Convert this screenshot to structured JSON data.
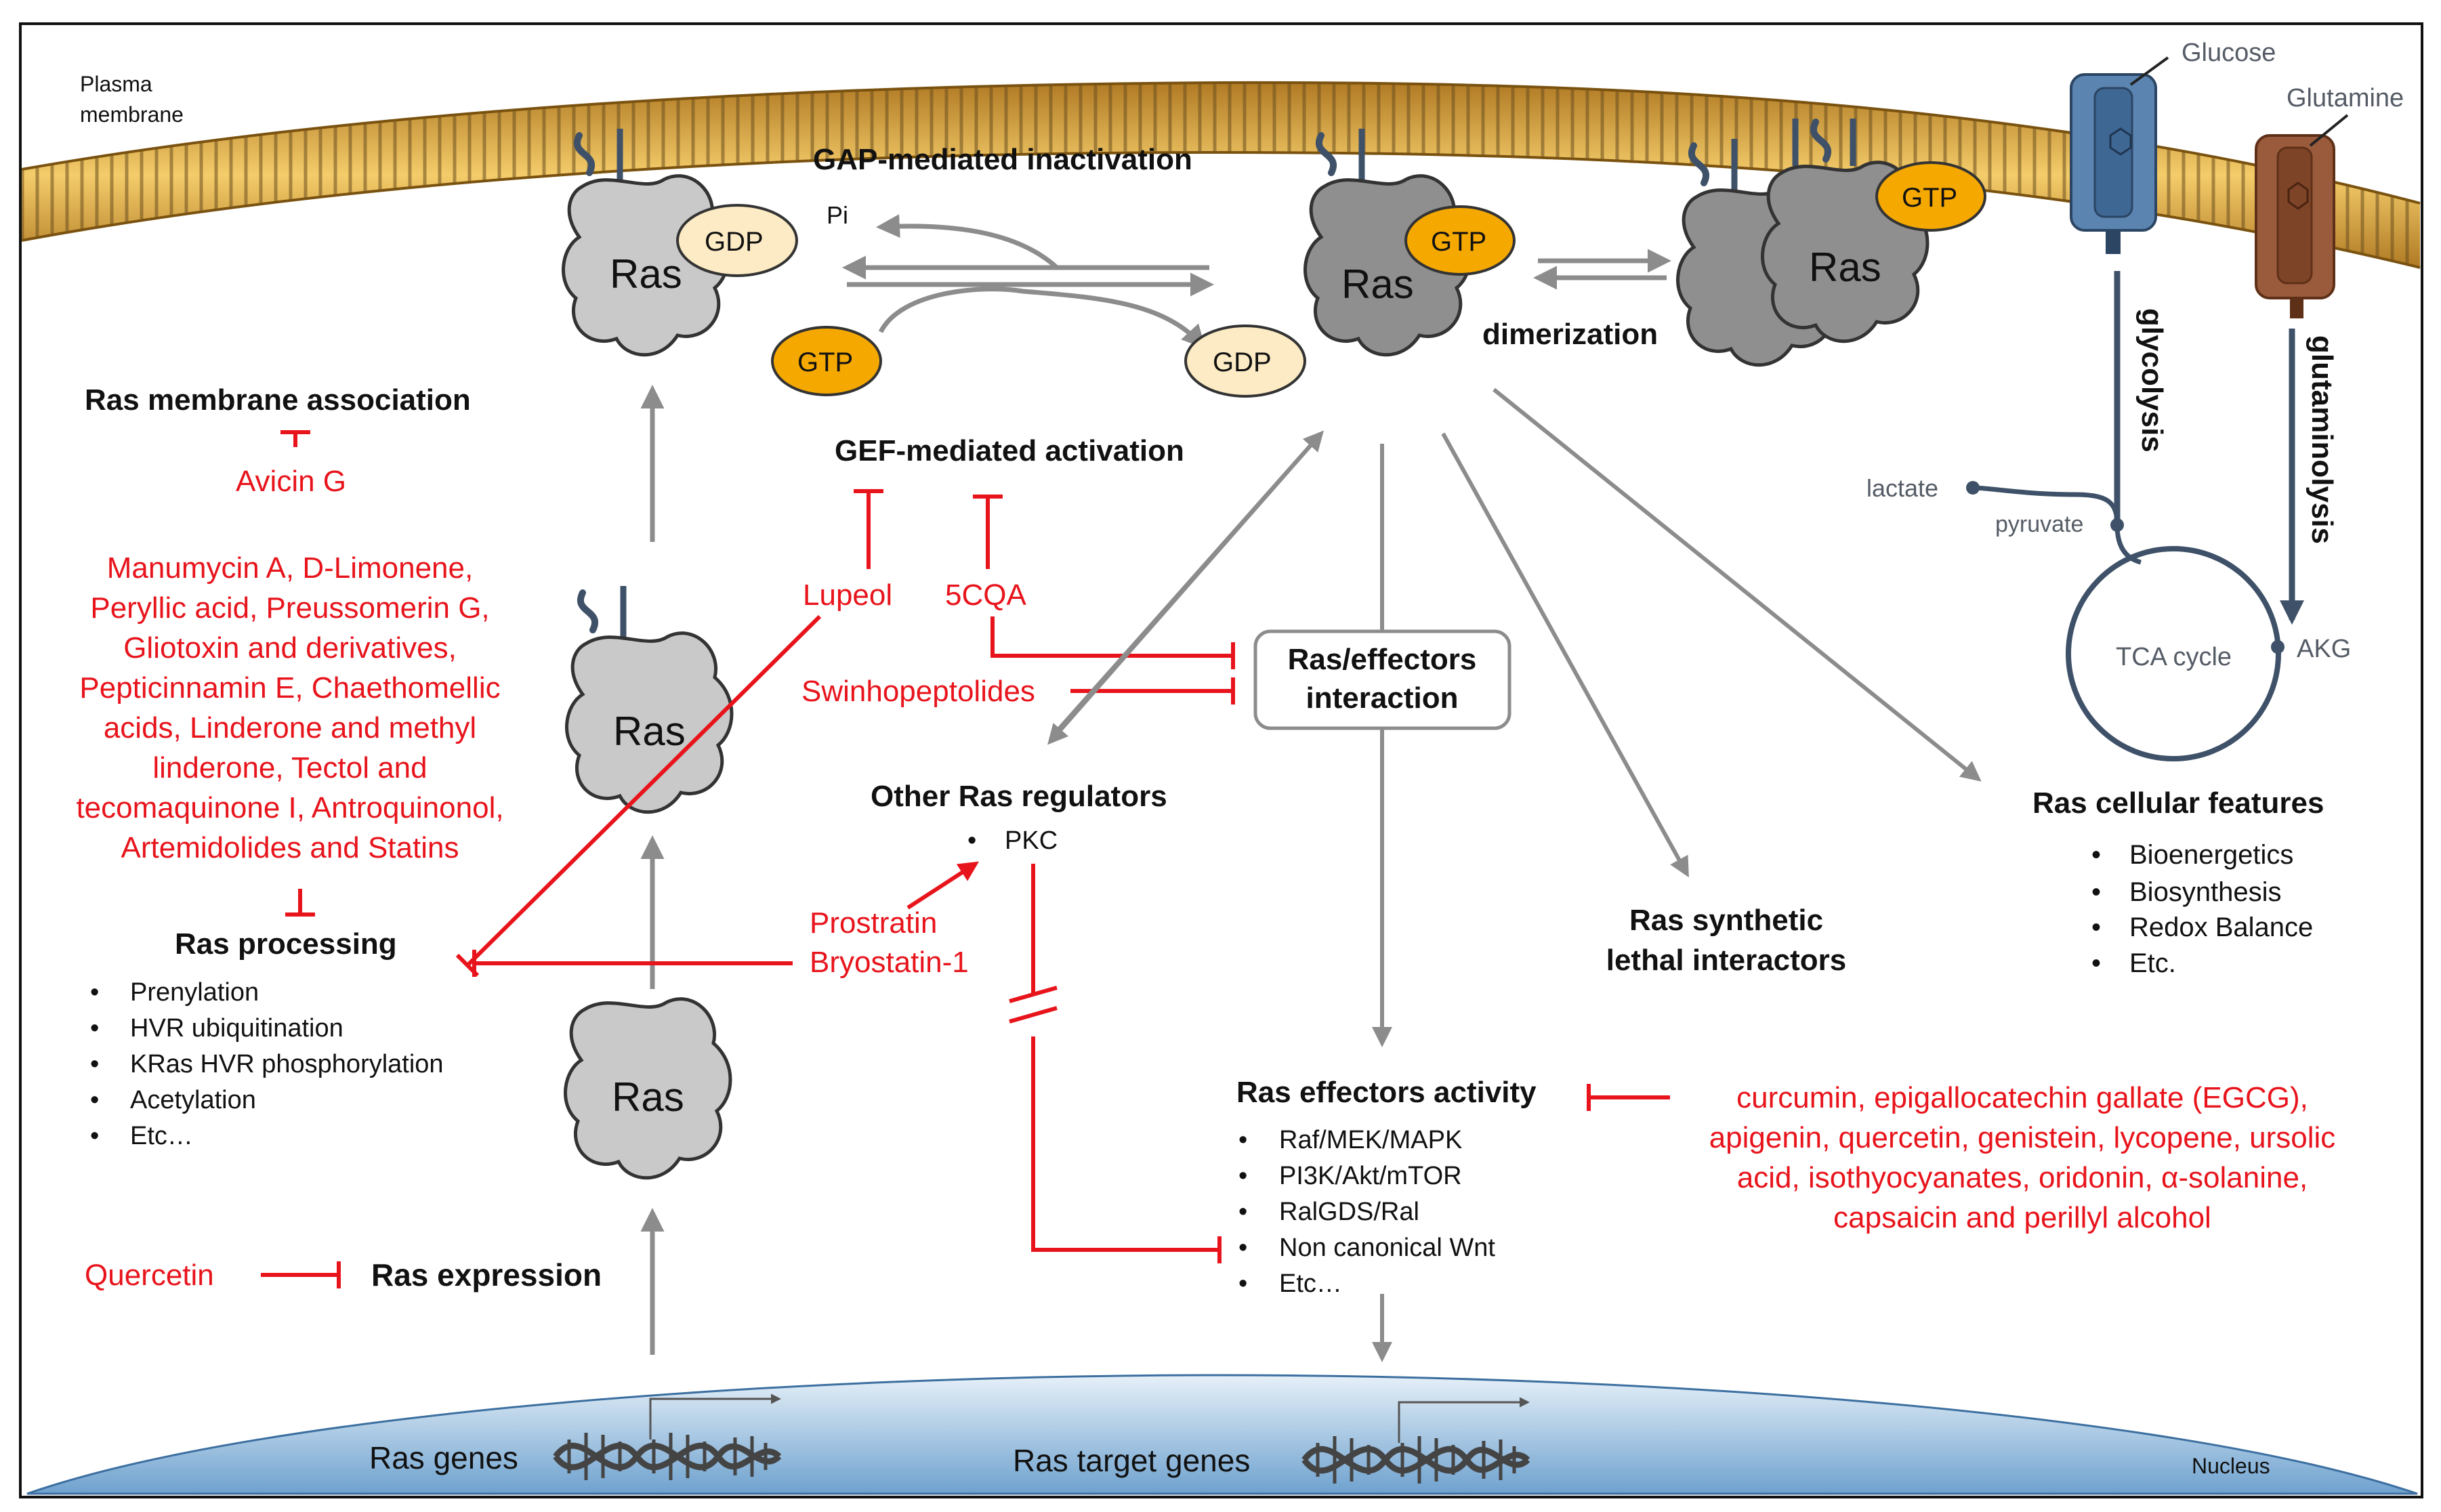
{
  "membrane": {
    "label_line1": "Plasma",
    "label_line2": "membrane"
  },
  "nucleus": {
    "label": "Nucleus",
    "ras_genes": "Ras genes",
    "ras_target_genes": "Ras target genes"
  },
  "ras": {
    "name": "Ras",
    "gdp": "GDP",
    "gtp": "GTP",
    "pi": "Pi"
  },
  "cycle": {
    "gap_title": "GAP-mediated inactivation",
    "gef_title": "GEF-mediated activation",
    "dimerization": "dimerization"
  },
  "left": {
    "membrane_assoc_title": "Ras membrane association",
    "avicin": "Avicin G",
    "processing_inhibitors": [
      "Manumycin A, D-Limonene,",
      "Peryllic acid, Preussomerin G,",
      "Gliotoxin and derivatives,",
      "Pepticinnamin E, Chaethomellic",
      "acids, Linderone and methyl",
      "linderone, Tectol and",
      "tecomaquinone I, Antroquinonol,",
      "Artemidolides and Statins"
    ],
    "processing_title": "Ras processing",
    "processing_items": [
      "Prenylation",
      "HVR ubiquitination",
      "KRas HVR phosphorylation",
      "Acetylation",
      "Etc…"
    ],
    "quercetin": "Quercetin",
    "expression_title": "Ras expression"
  },
  "middle": {
    "lupeol": "Lupeol",
    "cqa": "5CQA",
    "swinhopeptolides": "Swinhopeptolides",
    "interaction_line1": "Ras/effectors",
    "interaction_line2": "interaction",
    "other_regulators_title": "Other Ras regulators",
    "pkc": "PKC",
    "prostratin": "Prostratin",
    "bryostatin": "Bryostatin-1",
    "effectors_title": "Ras effectors activity",
    "effectors_items": [
      "Raf/MEK/MAPK",
      "PI3K/Akt/mTOR",
      "RalGDS/Ral",
      "Non canonical Wnt",
      "Etc…"
    ],
    "lethal_line1": "Ras synthetic",
    "lethal_line2": "lethal interactors"
  },
  "right": {
    "glucose": "Glucose",
    "glutamine": "Glutamine",
    "glycolysis": "glycolysis",
    "glutaminolysis": "glutaminolysis",
    "lactate": "lactate",
    "pyruvate": "pyruvate",
    "tca": "TCA cycle",
    "akg": "AKG",
    "features_title": "Ras cellular features",
    "features_items": [
      "Bioenergetics",
      "Biosynthesis",
      "Redox Balance",
      "Etc."
    ],
    "natural_compounds": [
      "curcumin, epigallocatechin gallate (EGCG),",
      "apigenin, quercetin, genistein, lycopene, ursolic",
      "acid, isothyocyanates, oridonin, α-solanine,",
      "capsaicin and perillyl alcohol"
    ]
  },
  "colors": {
    "inhibitor_red": "#e8141c",
    "arrow_grey": "#8c8c8c",
    "ras_light": "#c9c9c9",
    "ras_dark": "#8f8f8f",
    "gtp_orange": "#f5a800",
    "gdp_cream": "#fcebc4",
    "glucose_transporter": "#5b84b1",
    "glutamine_transporter": "#9a5b3c"
  }
}
